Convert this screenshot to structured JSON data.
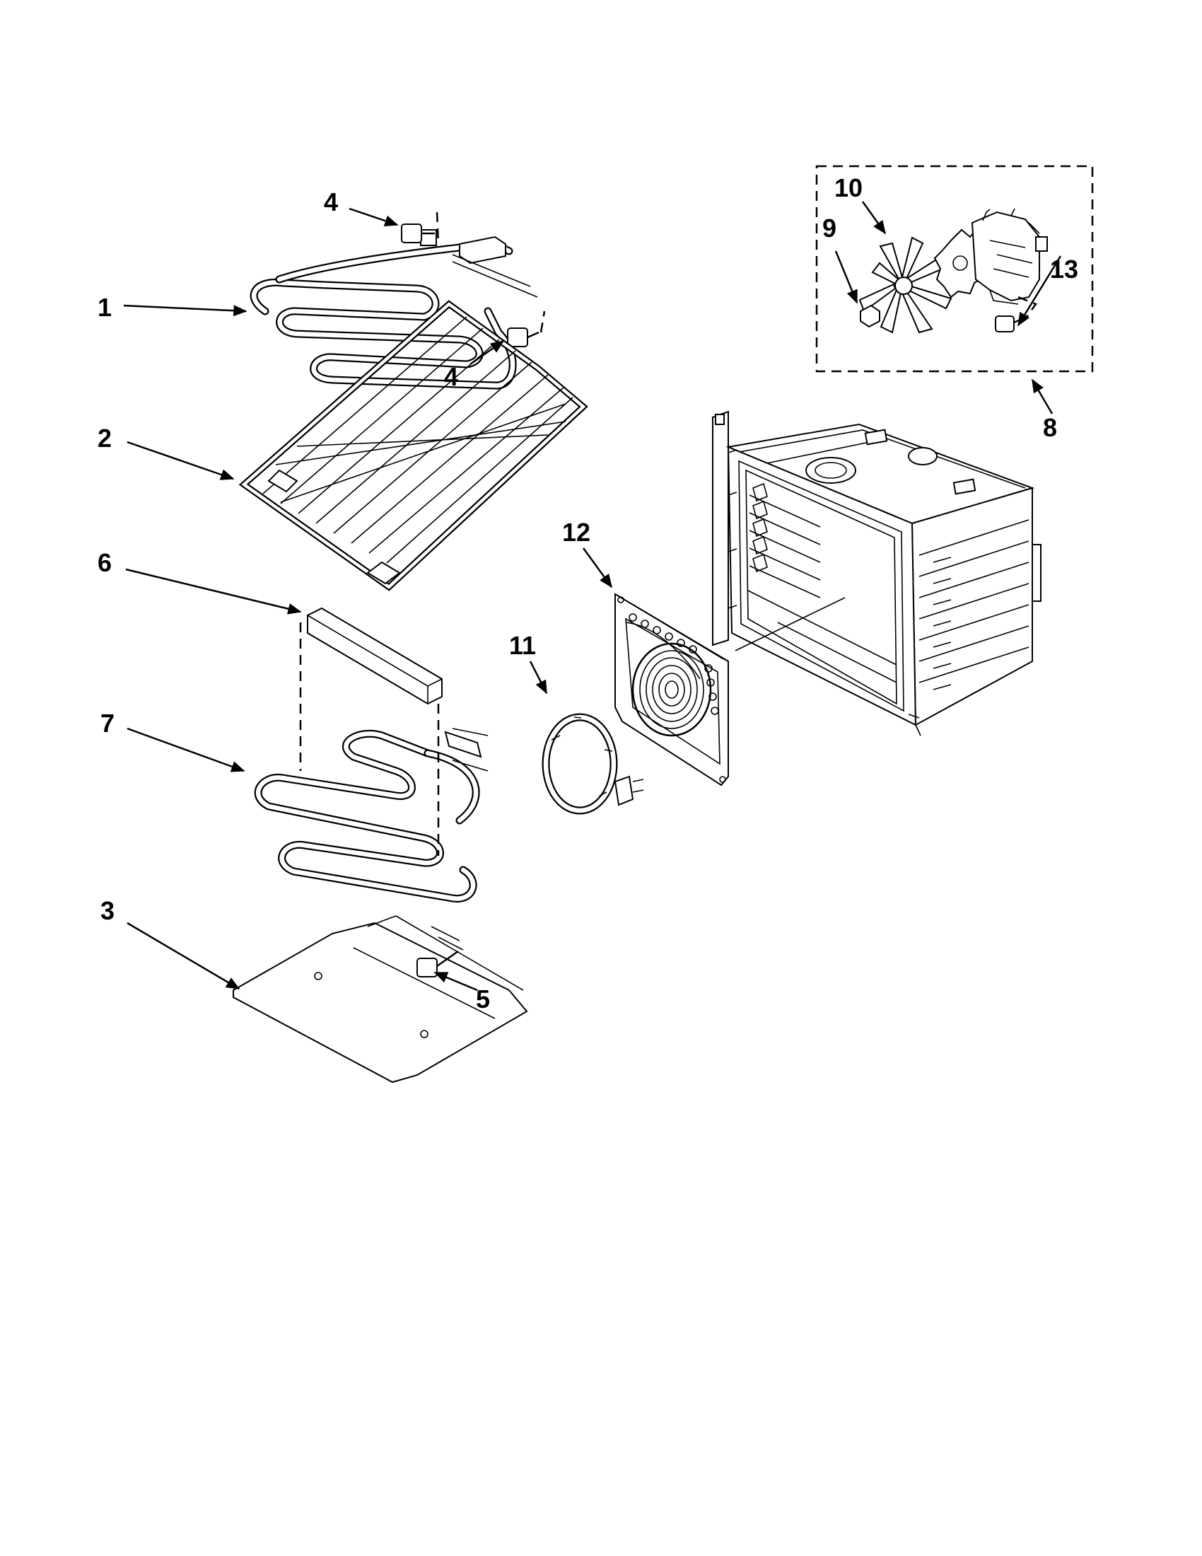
{
  "callouts": {
    "c1": "1",
    "c2": "2",
    "c3": "3",
    "c4a": "4",
    "c4b": "4",
    "c5": "5",
    "c6": "6",
    "c7": "7",
    "c8": "8",
    "c9": "9",
    "c10": "10",
    "c11": "11",
    "c12": "12",
    "c13": "13"
  }
}
